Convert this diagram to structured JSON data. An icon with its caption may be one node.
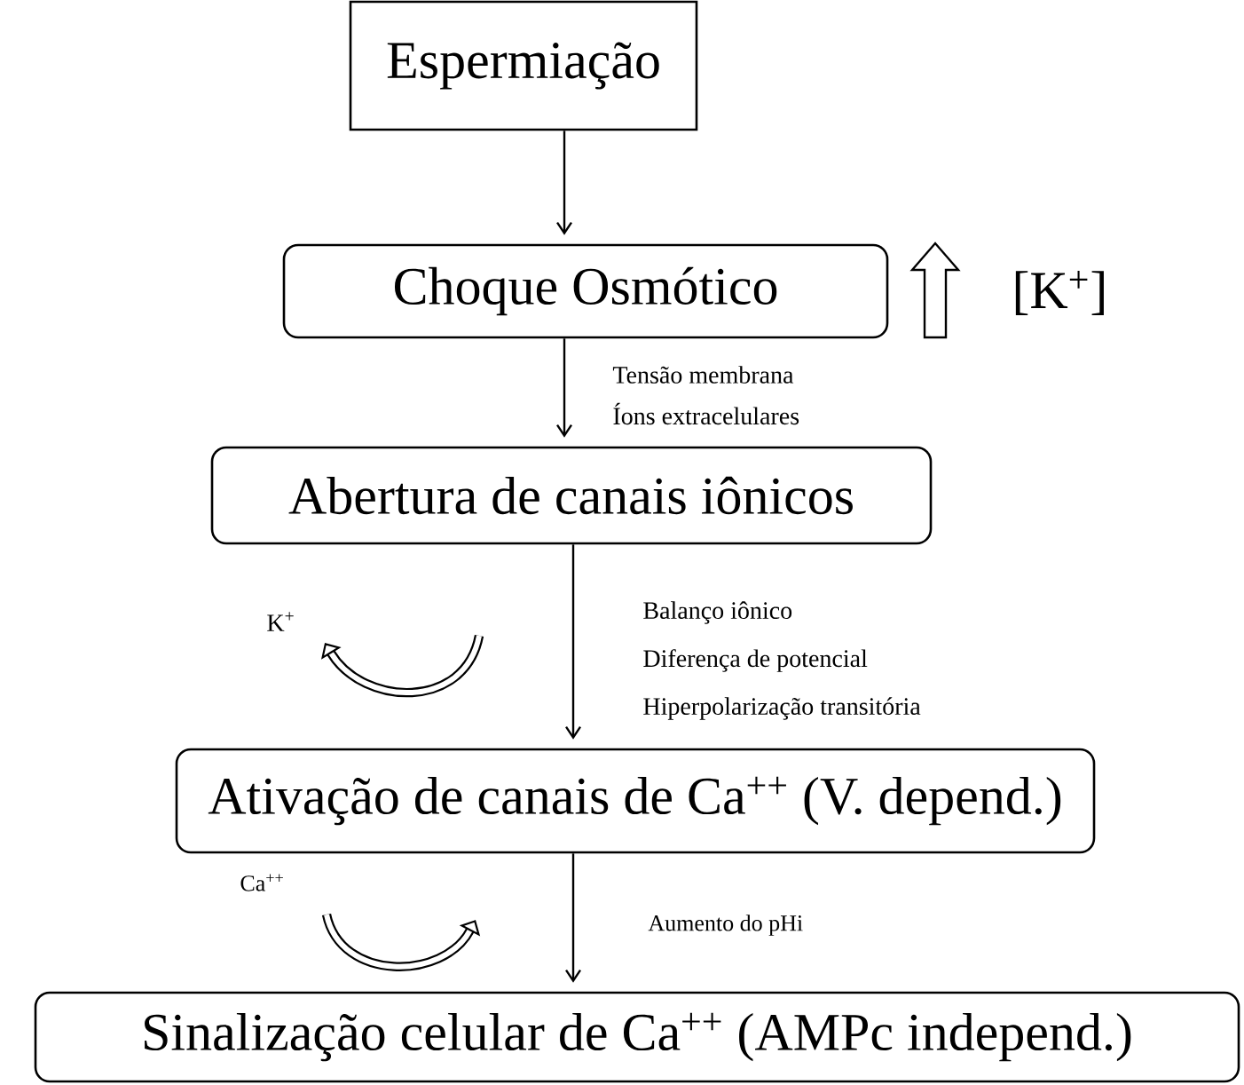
{
  "diagram": {
    "nodes": [
      {
        "text": [
          "Espermiação"
        ]
      },
      {
        "text": [
          "Choque Osmótico"
        ]
      },
      {
        "text": [
          "Abertura de canais iônicos"
        ]
      },
      {
        "text": [
          "Ativação de canais de Ca$^{++}$ (V. depend.)"
        ]
      },
      {
        "text": [
          "Sinalização celular de Ca$^{++}$ (AMPc independ.)"
        ]
      }
    ],
    "edges": [
      {
        "from": 0,
        "to": 1,
        "arrow": "to"
      },
      {
        "from": 1,
        "to": 2,
        "arrow": "to"
      },
      {
        "from": 2,
        "to": 3,
        "arrow": "to"
      },
      {
        "from": 3,
        "to": 4,
        "arrow": "to"
      }
    ],
    "labels": [
      "[K$^{+}$]",
      "Tensão membrana",
      "Íons extracelulares",
      "K$^{+}$",
      "Balanço iônico",
      "Diferença de potencial",
      "Hiperpolarização transitória",
      "Ca$^{++}$",
      "Aumento do pHi"
    ]
  }
}
